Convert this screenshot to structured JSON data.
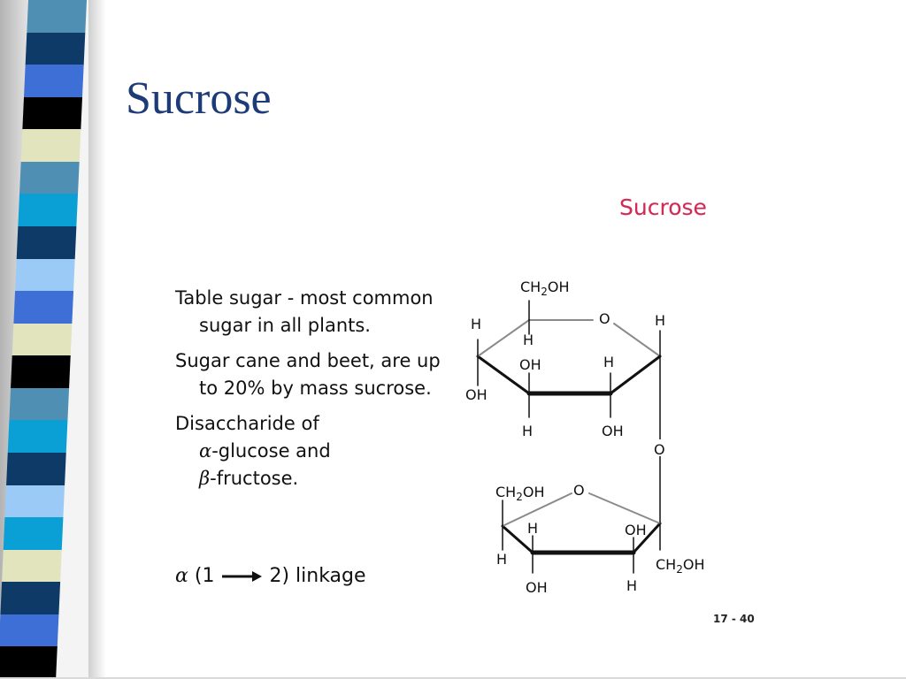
{
  "slide": {
    "title": "Sucrose",
    "figure_heading": "Sucrose",
    "page_number": "17 - 40"
  },
  "bullets": {
    "b1": "Table sugar - most common sugar in all plants.",
    "b2": "Sugar cane and beet, are up to 20% by mass sucrose.",
    "b3_before": "Disaccharide of",
    "b3_alpha": "α",
    "b3_glucose": "-glucose and",
    "b3_beta": "β",
    "b3_fructose": "-fructose."
  },
  "linkage": {
    "alpha": "α",
    "open": "(1",
    "close": "2) linkage"
  },
  "structure_labels": {
    "glucose": {
      "ch2oh": "CH2OH",
      "ring_o": "O",
      "h_left": "H",
      "h_c5": "H",
      "h_right": "H",
      "oh_c3": "OH",
      "h_c2": "H",
      "oh_left": "OH",
      "h_bottom_left": "H",
      "oh_bottom": "OH"
    },
    "bridge_o": "O",
    "fructose": {
      "ch2oh_top": "CH2OH",
      "ring_o": "O",
      "h_inner": "H",
      "oh_right": "OH",
      "h_left": "H",
      "ch2oh_bottom": "CH2OH",
      "oh_bottom": "OH",
      "h_bottom": "H"
    }
  },
  "colors": {
    "title": "#1c3b78",
    "figure_heading": "#d12a55",
    "stripe_dark_navy": "#0d3a66",
    "stripe_royal_blue": "#3d6fd6",
    "stripe_cyan": "#0aa0d6",
    "stripe_steel": "#4f8fb3",
    "stripe_light_blue": "#9ccaf7",
    "stripe_cream": "#e1e4bd",
    "stripe_black": "#000000"
  },
  "decor": {
    "stripe_sequence": [
      "steel",
      "dark_navy",
      "royal_blue",
      "black",
      "cream",
      "steel",
      "cyan",
      "dark_navy",
      "light_blue",
      "royal_blue",
      "cream",
      "black",
      "steel",
      "cyan",
      "dark_navy",
      "light_blue",
      "cyan",
      "cream",
      "dark_navy",
      "royal_blue",
      "black"
    ]
  }
}
